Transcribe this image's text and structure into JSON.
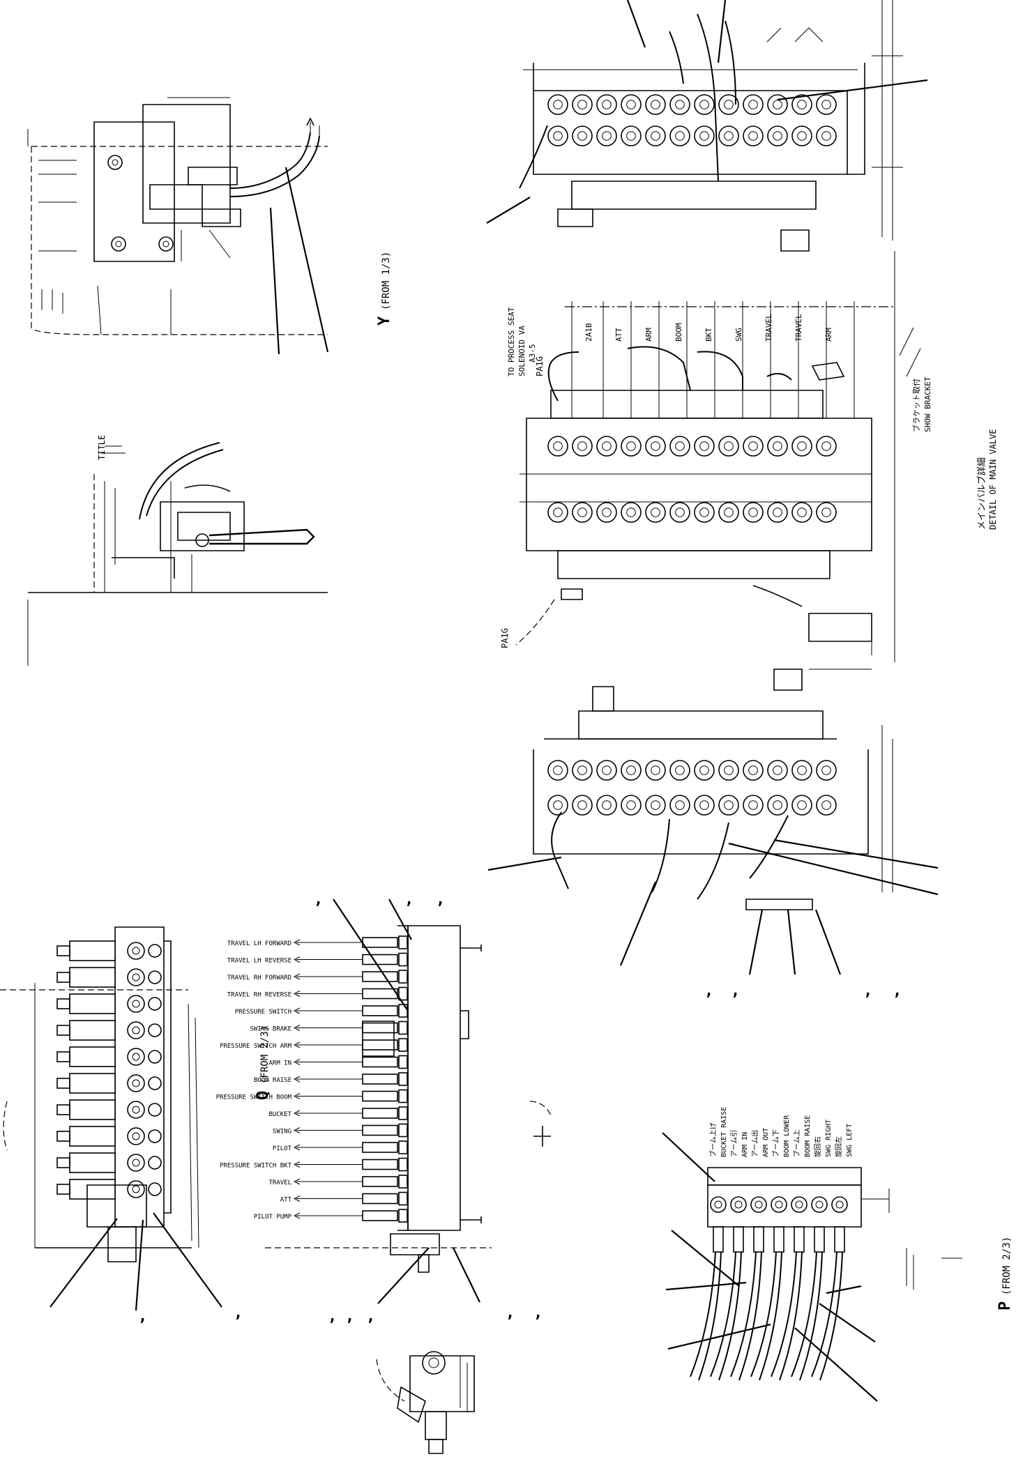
{
  "views": {
    "y_view": {
      "letter": "Y",
      "note": "(FROM 1/3)"
    },
    "q_view": {
      "letter": "Q",
      "note": "(FROM 2/3)"
    },
    "p_view": {
      "letter": "P",
      "note": "(FROM 2/3)"
    }
  },
  "valve_labels": {
    "top_to_proc": "TO PROCESS SEAT",
    "top_solenoid": "SOLENOID VA",
    "top_code": "A3-5",
    "pa_label": "PA1G",
    "pa_label_bottom": "PA1G",
    "column_tags": [
      "2A1B",
      "ATT",
      "ARM",
      "BOOM",
      "BKT",
      "SWG",
      "TRAVEL",
      "TRAVEL",
      "ARM"
    ],
    "detail_jp": "メインバルブ詳細",
    "detail_en": "DETAIL OF MAIN VALVE",
    "side_note_jp": "ブラケット取付",
    "side_note_en": "SHOW BRACKET"
  },
  "p_labels": [
    "ブーム上げ",
    "BUCKET RAISE",
    "アーム引",
    "ARM IN",
    "アーム出",
    "ARM OUT",
    "ブーム下",
    "BOOM LOWER",
    "ブーム上",
    "BOOM RAISE",
    "旋回右",
    "SWG RIGHT",
    "旋回左",
    "SWG LEFT"
  ],
  "q_labels": [
    "TRAVEL LH FORWARD",
    "TRAVEL LH REVERSE",
    "TRAVEL RH FORWARD",
    "TRAVEL RH REVERSE",
    "PRESSURE SWITCH",
    "SWING BRAKE",
    "PRESSURE SWITCH ARM",
    "ARM IN",
    "BOOM RAISE",
    "PRESSURE SWITCH BOOM",
    "BUCKET",
    "SWING",
    "PILOT",
    "PRESSURE SWITCH BKT",
    "TRAVEL",
    "ATT",
    "PILOT PUMP"
  ],
  "callouts": {
    "q_left": [
      ",",
      ","
    ],
    "q_mid": [
      ",",
      ",",
      ","
    ],
    "q_right": [
      ",",
      ","
    ],
    "q_top": [
      ",",
      ",",
      ","
    ],
    "mid_bottom": [
      ",",
      ",",
      ",",
      ","
    ]
  }
}
